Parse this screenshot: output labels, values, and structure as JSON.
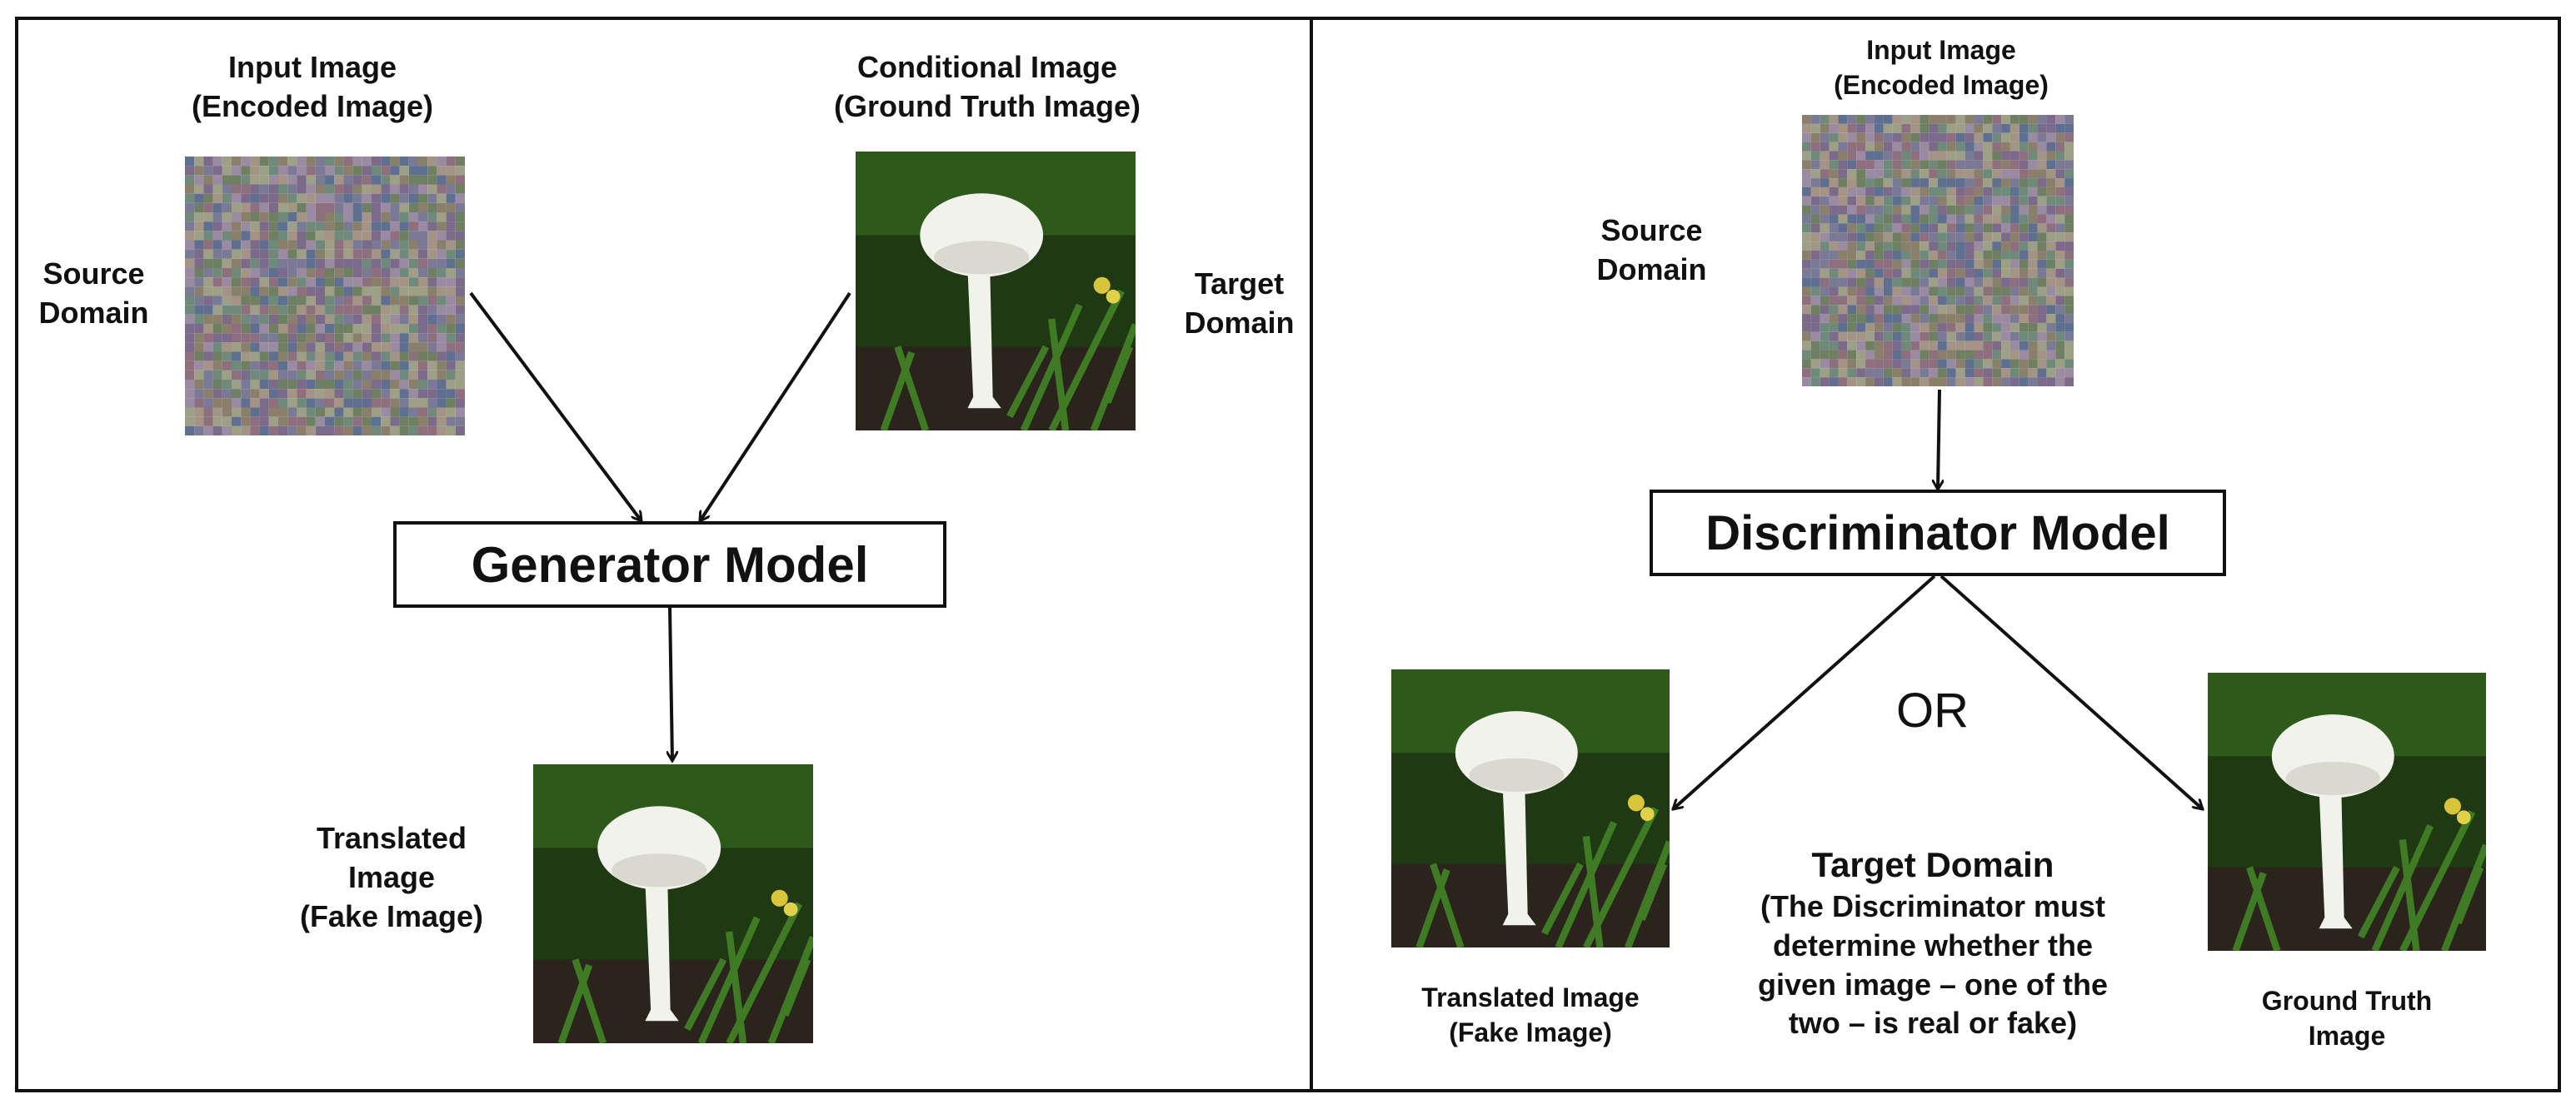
{
  "generator_panel": {
    "input_label": "Input Image\n(Encoded Image)",
    "conditional_label": "Conditional Image\n(Ground Truth Image)",
    "source_domain": "Source\nDomain",
    "target_domain": "Target\nDomain",
    "model_title": "Generator Model",
    "output_label": "Translated\nImage\n(Fake Image)",
    "images": {
      "input": "noise-image",
      "conditional": "mushroom-photo",
      "output": "mushroom-photo"
    }
  },
  "discriminator_panel": {
    "input_label": "Input Image\n(Encoded Image)",
    "source_domain": "Source\nDomain",
    "model_title": "Discriminator Model",
    "or_label": "OR",
    "target_heading": "Target Domain",
    "target_note": "(The Discriminator must\ndetermine whether the\ngiven image – one of the\ntwo – is  real or fake)",
    "left_label": "Translated Image\n(Fake Image)",
    "right_label": "Ground Truth\nImage",
    "images": {
      "input": "noise-image",
      "left": "mushroom-photo",
      "right": "mushroom-photo"
    }
  },
  "colors": {
    "line": "#111111",
    "foliage_dark": "#1f3a12",
    "foliage": "#3f7a25",
    "mushroom": "#f2f2ec"
  }
}
